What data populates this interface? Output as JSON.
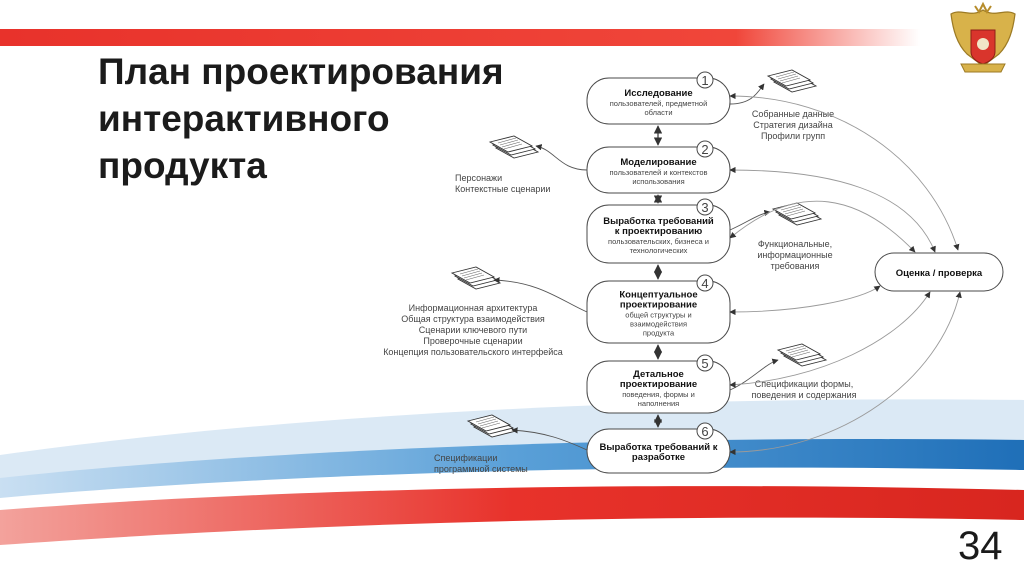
{
  "slide": {
    "title_lines": [
      "План проектирования",
      "интерактивного",
      "продукта"
    ],
    "page_number": "34"
  },
  "emblem": {
    "icon": "coat-of-arms-icon"
  },
  "colors": {
    "accent_red": "#e8322b",
    "accent_blue": "#1f6fb8",
    "ribbon_light": "#cfe1f1"
  },
  "diagram": {
    "stages": [
      {
        "num": "1",
        "title": [
          "Исследование"
        ],
        "sub": [
          "пользователей, предметной",
          "области"
        ]
      },
      {
        "num": "2",
        "title": [
          "Моделирование"
        ],
        "sub": [
          "пользователей и контекстов",
          "использования"
        ]
      },
      {
        "num": "3",
        "title": [
          "Выработка требований",
          "к проектированию"
        ],
        "sub": [
          "пользовательских, бизнеса и",
          "технологических"
        ]
      },
      {
        "num": "4",
        "title": [
          "Концептуальное",
          "проектирование"
        ],
        "sub": [
          "общей структуры и",
          "взаимодействия",
          "продукта"
        ]
      },
      {
        "num": "5",
        "title": [
          "Детальное",
          "проектирование"
        ],
        "sub": [
          "поведения, формы и",
          "наполнения"
        ]
      },
      {
        "num": "6",
        "title": [
          "Выработка требований к",
          "разработке"
        ],
        "sub": []
      }
    ],
    "review": "Оценка / проверка",
    "outputs": {
      "research": [
        "Собранные данные",
        "Стратегия дизайна",
        "Профили групп"
      ],
      "modeling": [
        "Персонажи",
        "Контекстные сценарии"
      ],
      "requirements": [
        "Функциональные,",
        "информационные",
        "требования"
      ],
      "concept": [
        "Информационная архитектура",
        "Общая структура взаимодействия",
        "Сценарии ключевого пути",
        "Проверочные сценарии",
        "Концепция пользовательского интерфейса"
      ],
      "detail": [
        "Спецификации формы,",
        "поведения и содержания"
      ],
      "dev": [
        "Спецификации",
        "программной системы"
      ]
    }
  }
}
